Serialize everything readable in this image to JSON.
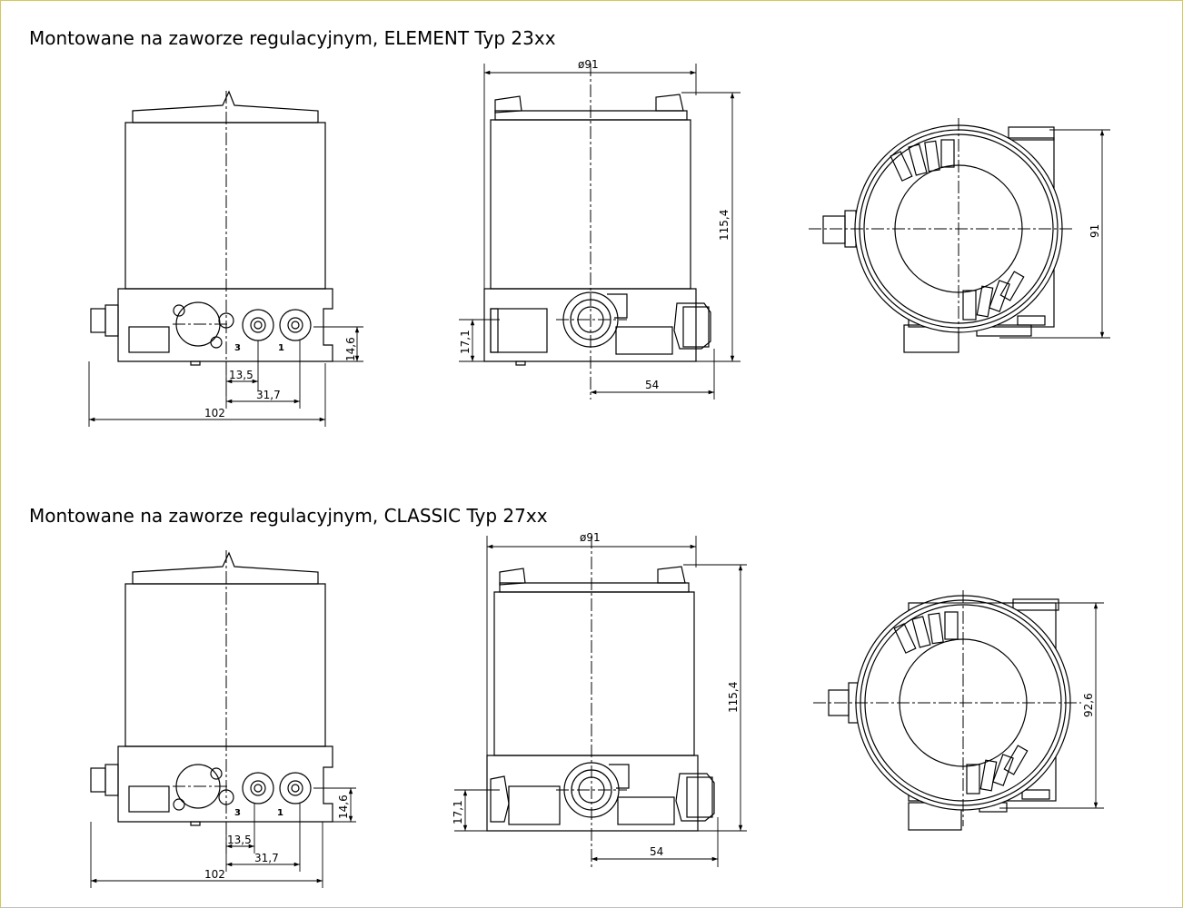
{
  "titles": {
    "element": "Montowane na zaworze regulacyjnym, ELEMENT Typ 23xx",
    "classic": "Montowane na zaworze regulacyjnym, CLASSIC Typ 27xx"
  },
  "element": {
    "front": {
      "d_13_5": "13,5",
      "d_31_7": "31,7",
      "d_102": "102",
      "d_14_6": "14,6",
      "port3": "3",
      "port1": "1"
    },
    "side": {
      "d_phi91": "ø91",
      "d_115_4": "115,4",
      "d_17_1": "17,1",
      "d_54": "54"
    },
    "top": {
      "d_91": "91"
    }
  },
  "classic": {
    "front": {
      "d_13_5": "13,5",
      "d_31_7": "31,7",
      "d_102": "102",
      "d_14_6": "14,6",
      "port3": "3",
      "port1": "1"
    },
    "side": {
      "d_phi91": "ø91",
      "d_115_4": "115,4",
      "d_17_1": "17,1",
      "d_54": "54"
    },
    "top": {
      "d_92_6": "92,6"
    }
  }
}
